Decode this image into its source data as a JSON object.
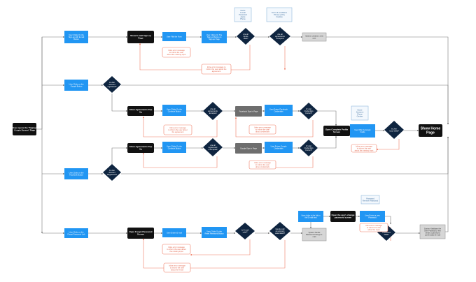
{
  "diagram": {
    "nodes": [
      {
        "id": "start",
        "kind": "black",
        "lines": [
          "User opens the \"Signup",
          "/ Login Screen\" Page"
        ]
      },
      {
        "id": "r1_email",
        "kind": "blue",
        "lines": [
          "User Clicks On the",
          "Sign-up with E-mail",
          "Button"
        ]
      },
      {
        "id": "r1_show",
        "kind": "black",
        "lines": [
          "Show E-mail Sign up",
          "Page"
        ]
      },
      {
        "id": "r1_fill",
        "kind": "blue",
        "lines": [
          "User Fills the Form"
        ]
      },
      {
        "id": "r1_click",
        "kind": "blue",
        "lines": [
          "User Clicks On The",
          "Sign up Button on",
          "Sign-up Page"
        ]
      },
      {
        "id": "r1_valid",
        "kind": "diamond",
        "lines": [
          "Are all",
          "inputs",
          "valid?"
        ]
      },
      {
        "id": "r1_agree",
        "kind": "diamond",
        "lines": [
          "Are all",
          "agreements",
          "accepted"
        ]
      },
      {
        "id": "r1_created",
        "kind": "gray",
        "lines": [
          "System creates a new",
          "user"
        ]
      },
      {
        "id": "r1_note1",
        "kind": "note",
        "lines": [
          "Name",
          "E-mail",
          "Password",
          "Agree",
          "Phone"
        ]
      },
      {
        "id": "r1_note2",
        "kind": "note",
        "lines": [
          "Terms & conditions",
          "Privacy policy",
          "Cookies"
        ]
      },
      {
        "id": "r1_err1",
        "kind": "err",
        "lines": [
          "Inline error message",
          "to inform the user",
          "about the missing input"
        ]
      },
      {
        "id": "r1_err2",
        "kind": "err",
        "lines": [
          "Inline error message to",
          "inform the user about the",
          "agreement"
        ]
      },
      {
        "id": "r2_google",
        "kind": "blue",
        "lines": [
          "User Clicks on the",
          "Google Button"
        ]
      },
      {
        "id": "r2_reg",
        "kind": "diamond",
        "lines": [
          "Is User",
          "account",
          "registered?"
        ]
      },
      {
        "id": "r3_show",
        "kind": "black",
        "lines": [
          "Show Agreements Pop",
          "Up"
        ]
      },
      {
        "id": "r3_cont",
        "kind": "blue",
        "lines": [
          "User Clicks On the",
          "Continue Button"
        ]
      },
      {
        "id": "r3_agree",
        "kind": "diamond",
        "lines": [
          "Are all",
          "agreements",
          "accepted"
        ]
      },
      {
        "id": "r3_pw",
        "kind": "darkgray",
        "lines": [
          "Facebook Sign in Page"
        ]
      },
      {
        "id": "r3_enter",
        "kind": "blue",
        "lines": [
          "User Enters Facebook",
          "Credentials"
        ]
      },
      {
        "id": "r3_correct",
        "kind": "diamond",
        "lines": [
          "Is User",
          "Credentials",
          "Correct?"
        ]
      },
      {
        "id": "r3_err1",
        "kind": "err",
        "lines": [
          "Inline error message",
          "to inform the user about",
          "the agreement"
        ]
      },
      {
        "id": "r3_err2",
        "kind": "err",
        "lines": [
          "Inline error message",
          "to inform the user",
          "about credentials"
        ]
      },
      {
        "id": "profile_open",
        "kind": "black",
        "lines": [
          "Open Complete Profile",
          "Screen"
        ]
      },
      {
        "id": "profile_fill",
        "kind": "blue",
        "lines": [
          "User Fills the Empty",
          "Fields"
        ]
      },
      {
        "id": "profile_valid",
        "kind": "diamond",
        "lines": [
          "Is User",
          "Input Valid?"
        ]
      },
      {
        "id": "profile_note",
        "kind": "note",
        "lines": [
          "Name",
          "Surname",
          "Phone",
          "Gender"
        ]
      },
      {
        "id": "profile_err",
        "kind": "err",
        "lines": [
          "Inline error message",
          "to inform the user",
          "about the missing input"
        ]
      },
      {
        "id": "home",
        "kind": "black",
        "lines": [
          "Show Home",
          "Page"
        ]
      },
      {
        "id": "r4_show",
        "kind": "black",
        "lines": [
          "Show Agreements Pop",
          "Up"
        ]
      },
      {
        "id": "r4_cont",
        "kind": "blue",
        "lines": [
          "User Clicks On the",
          "Continue Button"
        ]
      },
      {
        "id": "r4_agree",
        "kind": "diamond",
        "lines": [
          "Are all",
          "Agreement",
          "s Accepted"
        ]
      },
      {
        "id": "r4_pw",
        "kind": "darkgray",
        "lines": [
          "Google Sign in Page"
        ]
      },
      {
        "id": "r4_enter",
        "kind": "blue",
        "lines": [
          "User Enters Google",
          "Credentials"
        ]
      },
      {
        "id": "r4_correct",
        "kind": "diamond",
        "lines": [
          "Is User",
          "Credentials",
          "Correct?"
        ]
      },
      {
        "id": "r4_err2",
        "kind": "err",
        "lines": [
          "Inline error message",
          "to inform the user",
          "about credentials"
        ]
      },
      {
        "id": "r5_fb",
        "kind": "blue",
        "lines": [
          "User Clicks on the",
          "Facebook Button"
        ]
      },
      {
        "id": "r5_reg",
        "kind": "diamond",
        "lines": [
          "Is User",
          "Account",
          "Registered?"
        ]
      },
      {
        "id": "r6_forgot",
        "kind": "blue",
        "lines": [
          "User Clicks on the",
          "Forgot Password Link"
        ]
      },
      {
        "id": "r6_show",
        "kind": "black",
        "lines": [
          "Open Forgot Password",
          "Screen"
        ]
      },
      {
        "id": "r6_enter",
        "kind": "blue",
        "lines": [
          "User Enters E-mail"
        ]
      },
      {
        "id": "r6_reset",
        "kind": "blue",
        "lines": [
          "User Clicks On the",
          "Reset Password Button"
        ]
      },
      {
        "id": "r6_valid",
        "kind": "diamond",
        "lines": [
          "Is E-mail",
          "valid?"
        ]
      },
      {
        "id": "r6_has",
        "kind": "diamond",
        "lines": [
          "Has E-mail",
          "an account",
          "associated?"
        ]
      },
      {
        "id": "r6_sys",
        "kind": "gray",
        "lines": [
          "System Sends",
          "Password Change e-",
          "mail"
        ]
      },
      {
        "id": "r6_link",
        "kind": "blue",
        "lines": [
          "User clicks to the link in",
          "the E-mail sent"
        ]
      },
      {
        "id": "r6_change",
        "kind": "black",
        "lines": [
          "Open the app's change",
          "password screen"
        ]
      },
      {
        "id": "r6_new",
        "kind": "blue",
        "lines": [
          "User Enters a new",
          "Password"
        ]
      },
      {
        "id": "r6_pwvalid",
        "kind": "diamond",
        "lines": [
          "Is",
          "Password",
          "Valid?"
        ]
      },
      {
        "id": "r6_done",
        "kind": "gray",
        "lines": [
          "System Validates the",
          "User Password, then",
          "sends a password",
          "confirmation E-mail"
        ]
      },
      {
        "id": "r6_note",
        "kind": "note",
        "lines": [
          "Password",
          "Re-enter Password"
        ]
      },
      {
        "id": "r6_err1",
        "kind": "err",
        "lines": [
          "Inline error message",
          "to inform the user about",
          "the missing input"
        ]
      },
      {
        "id": "r6_err2",
        "kind": "err",
        "lines": [
          "Inline error message",
          "to inform the user",
          "about the email"
        ]
      },
      {
        "id": "r6_err3",
        "kind": "err",
        "lines": [
          "Inline error message",
          "to inform the user",
          "about the input"
        ]
      }
    ]
  },
  "colors": {
    "blue": "#2196f3",
    "black": "#111111",
    "darkgray": "#6e6e6e",
    "gray": "#d6d6d6",
    "diamond": "#0f2540",
    "err_border": "#ef7b62",
    "note_border": "#8fb8dc",
    "line": "#777777",
    "err_line": "#ef7b62"
  }
}
